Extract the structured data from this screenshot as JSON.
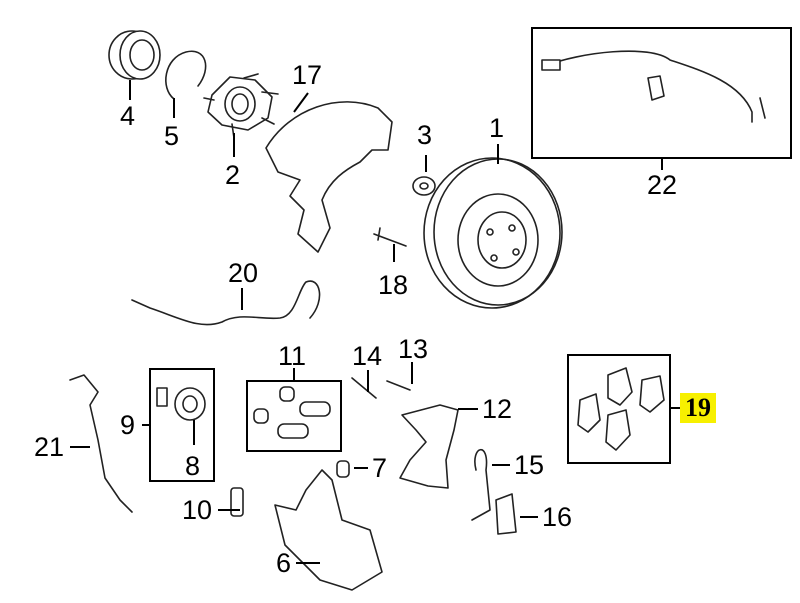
{
  "diagram": {
    "title": "Rear brake assembly exploded parts diagram",
    "highlighted_part": "19",
    "highlight_color": "#f7f000",
    "callouts": [
      {
        "id": "1",
        "part": "brake-rotor"
      },
      {
        "id": "2",
        "part": "wheel-hub"
      },
      {
        "id": "3",
        "part": "washer"
      },
      {
        "id": "4",
        "part": "wheel-bearing"
      },
      {
        "id": "5",
        "part": "snap-ring"
      },
      {
        "id": "6",
        "part": "caliper"
      },
      {
        "id": "7",
        "part": "bleeder-cap"
      },
      {
        "id": "8",
        "part": "piston-seal-kit"
      },
      {
        "id": "9",
        "part": "bolt"
      },
      {
        "id": "10",
        "part": "bleeder-screw"
      },
      {
        "id": "11",
        "part": "guide-pin-boot-kit"
      },
      {
        "id": "12",
        "part": "caliper-bracket"
      },
      {
        "id": "13",
        "part": "bracket-bolt"
      },
      {
        "id": "14",
        "part": "guide-pin"
      },
      {
        "id": "15",
        "part": "anti-rattle-spring"
      },
      {
        "id": "16",
        "part": "pad-wear-sensor"
      },
      {
        "id": "17",
        "part": "splash-shield"
      },
      {
        "id": "18",
        "part": "stud"
      },
      {
        "id": "19",
        "part": "brake-pads"
      },
      {
        "id": "20",
        "part": "abs-sensor-wire"
      },
      {
        "id": "21",
        "part": "brake-hose"
      },
      {
        "id": "22",
        "part": "abs-sensor-kit"
      }
    ]
  }
}
